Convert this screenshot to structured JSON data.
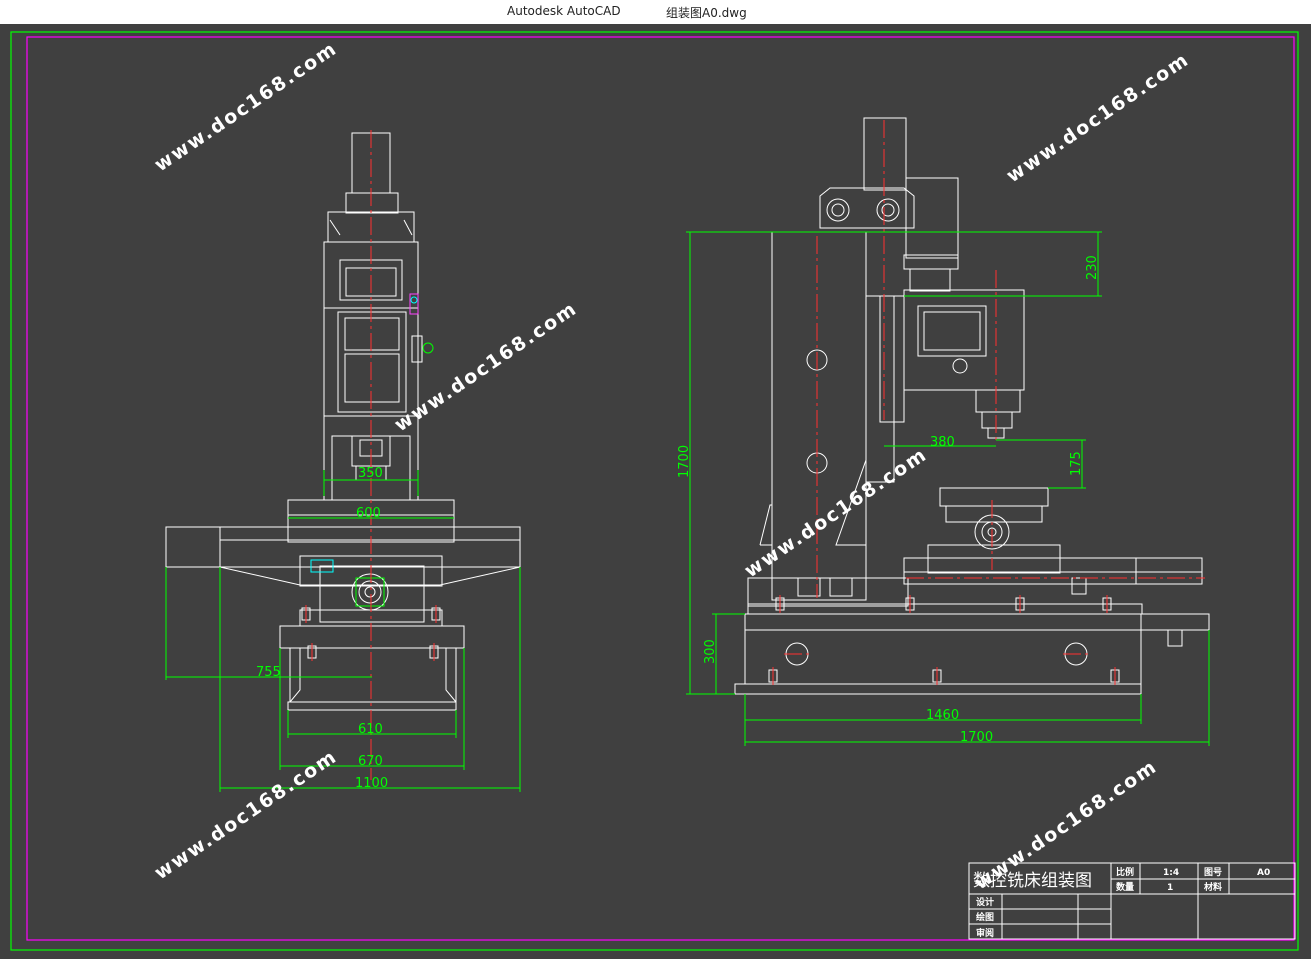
{
  "window": {
    "app_name": "Autodesk AutoCAD",
    "file_name": "组装图A0.dwg"
  },
  "colors": {
    "background": "#404040",
    "outline": "#ffffff",
    "dimension": "#00ff00",
    "centerline": "#ff3030",
    "frame_outer": "#00ff00",
    "frame_inner": "#ff00ff",
    "accent_cyan": "#00ffff",
    "accent_magenta": "#ff44ff"
  },
  "watermark": {
    "text": "www.doc168.com"
  },
  "front_view": {
    "dims": {
      "d350": "350",
      "d600": "600",
      "d755": "755",
      "d610": "610",
      "d670": "670",
      "d1100": "1100"
    }
  },
  "side_view": {
    "dims": {
      "d230": "230",
      "d380": "380",
      "d175": "175",
      "d1700_v": "1700",
      "d300": "300",
      "d1460": "1460",
      "d1700_h": "1700"
    }
  },
  "title_block": {
    "drawing_title": "数控铣床组装图",
    "scale_label": "比例",
    "scale_value": "1:4",
    "drawing_no_label": "图号",
    "drawing_no_value": "A0",
    "quantity_label": "数量",
    "quantity_value": "1",
    "material_label": "材料",
    "design_label": "设计",
    "drawn_label": "绘图",
    "review_label": "审阅"
  }
}
